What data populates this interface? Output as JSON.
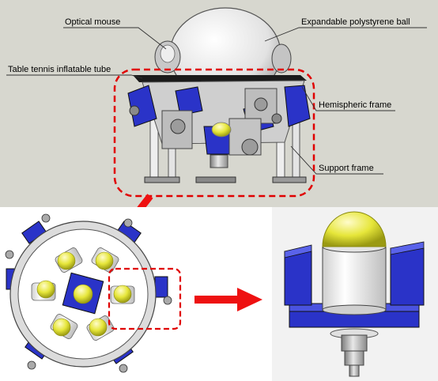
{
  "labels": {
    "optical_mouse": "Optical mouse",
    "ball": "Expandable polystyrene ball",
    "inflatable_tube": "Table tennis inflatable tube",
    "hemispheric_frame": "Hemispheric frame",
    "support_frame": "Support frame"
  },
  "colors": {
    "top_panel_bg": "#d7d7cf",
    "highlight_dash": "#e00000",
    "arrow": "#ee1111",
    "frame_blue": "#2a33c8",
    "ball_yellow": "#e6e63a",
    "metal": "#b8b8b8"
  }
}
